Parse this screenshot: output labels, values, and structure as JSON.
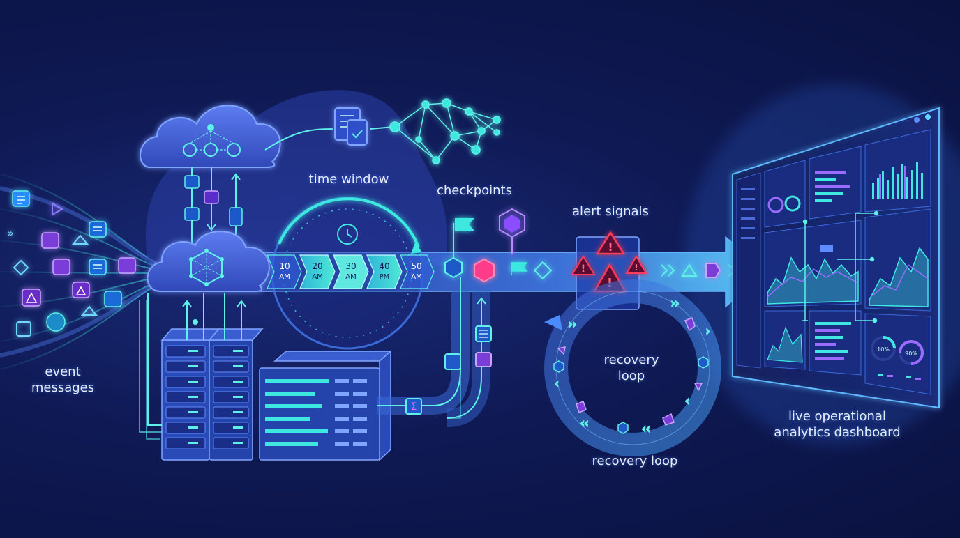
{
  "labels": {
    "time_window": "time window",
    "checkpoints": "checkpoints",
    "alert_signals": "alert signals",
    "event_messages": [
      "event",
      "messages"
    ],
    "recovery_loop_inner": [
      "recovery",
      "loop"
    ],
    "recovery_loop_outer": "recovery loop",
    "dashboard": [
      "live operational",
      "analytics dashboard"
    ]
  },
  "timeline_segments": [
    {
      "num": "10",
      "ampm": "AM"
    },
    {
      "num": "20",
      "ampm": "AM"
    },
    {
      "num": "30",
      "ampm": "AM"
    },
    {
      "num": "40",
      "ampm": "PM"
    },
    {
      "num": "50",
      "ampm": "AM"
    }
  ],
  "dashboard_gauges": [
    "10%",
    "90%"
  ],
  "colors": {
    "background": "#0f1a55",
    "cyan": "#3ee8e0",
    "blue": "#4a7dff",
    "purple": "#9b6bff",
    "alert_red": "#ff3b5c",
    "pink": "#ff3b8a"
  },
  "icons": [
    "cloud-icon",
    "server-rack-icon",
    "clock-icon",
    "checkpoint-flag-icon",
    "hexagon-icon",
    "alert-triangle-icon",
    "network-graph-icon",
    "document-check-icon",
    "sigma-icon",
    "arrow-right-icon"
  ]
}
